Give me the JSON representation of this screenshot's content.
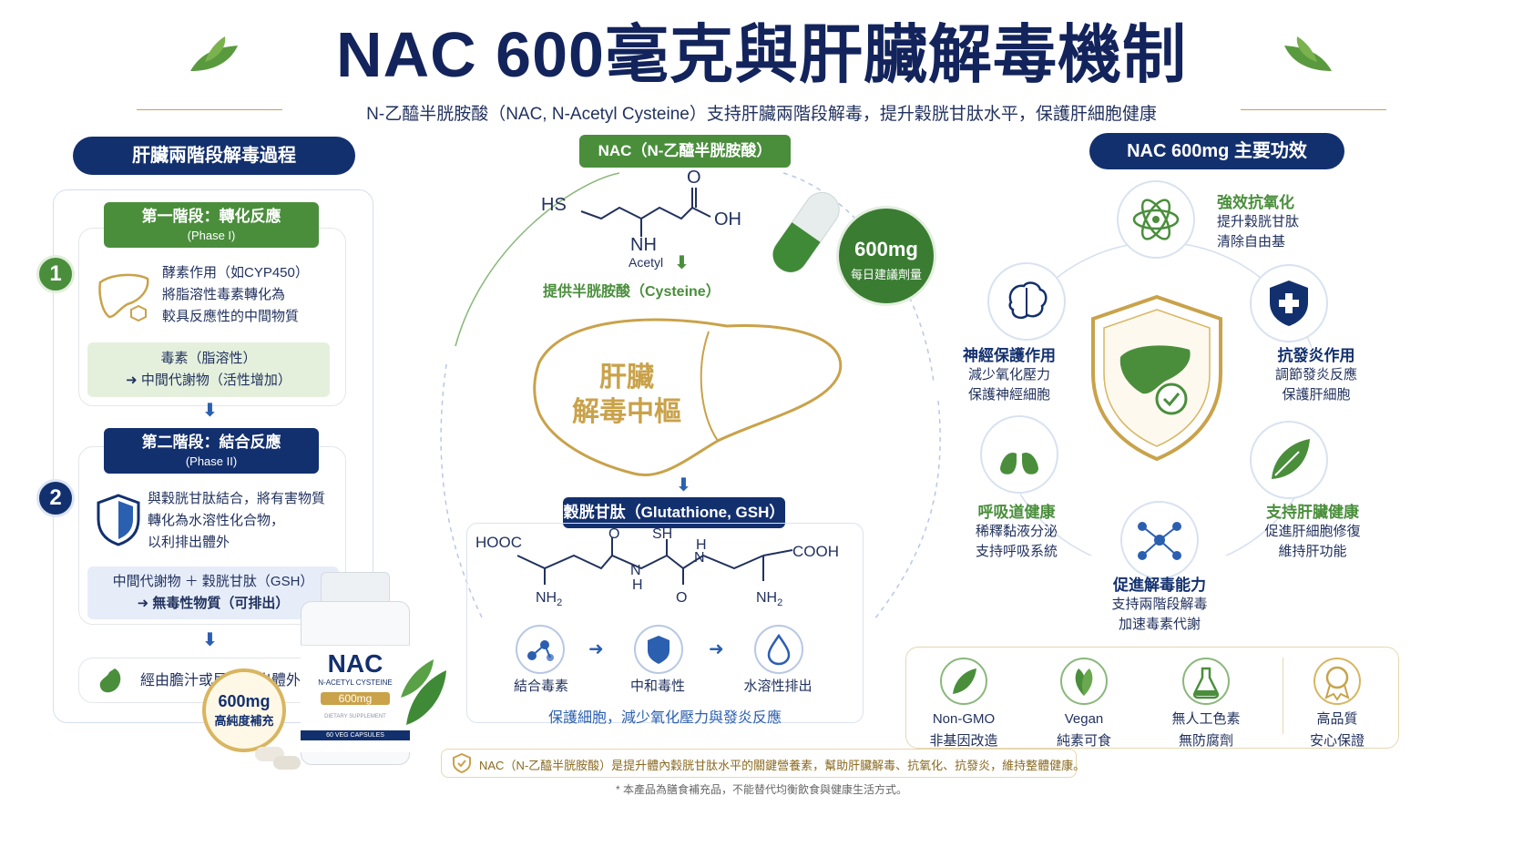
{
  "header": {
    "title": "NAC 600毫克與肝臟解毒機制",
    "subtitle": "N-乙醯半胱胺酸（NAC, N-Acetyl Cysteine）支持肝臟兩階段解毒，提升穀胱甘肽水平，保護肝細胞健康"
  },
  "left": {
    "heading": "肝臟兩階段解毒過程",
    "phase1": {
      "num": "1",
      "title": "第一階段：轉化反應",
      "sub": "(Phase I)",
      "desc": [
        "酵素作用（如CYP450）",
        "將脂溶性毒素轉化為",
        "較具反應性的中間物質"
      ],
      "box": [
        "毒素（脂溶性）",
        "➜ 中間代謝物（活性增加）"
      ]
    },
    "phase2": {
      "num": "2",
      "title": "第二階段：結合反應",
      "sub": "(Phase II)",
      "desc": [
        "與穀胱甘肽結合，將有害物質",
        "轉化為水溶性化合物，",
        "以利排出體外"
      ],
      "box": [
        "中間代謝物 ＋ 穀胱甘肽（GSH）",
        "➜ 無毒性物質（可排出）"
      ]
    },
    "excrete": "經由膽汁或尿液排出體外"
  },
  "center": {
    "nac_label": "NAC（N-乙醯半胱胺酸）",
    "mol_hs": "HS",
    "mol_o": "O",
    "mol_oh": "OH",
    "mol_nh": "NH",
    "mol_acetyl": "Acetyl",
    "provide": "提供半胱胺酸（Cysteine）",
    "dose_value": "600mg",
    "dose_label": "每日建議劑量",
    "liver": [
      "肝臟",
      "解毒中樞"
    ],
    "gsh_label": "穀胱甘肽（Glutathione, GSH）",
    "gsh_atoms": {
      "hooc": "HOOC",
      "sh": "SH",
      "o1": "O",
      "n1": "N",
      "h1": "H",
      "h2": "H",
      "n2": "N",
      "o2": "O",
      "cooh": "COOH",
      "nh2a": "NH",
      "nh2b": "NH",
      "sub2": "2"
    },
    "steps": [
      "結合毒素",
      "中和毒性",
      "水溶性排出"
    ],
    "protect": "保護細胞，減少氧化壓力與發炎反應"
  },
  "bottle": {
    "brand": "NAC",
    "name": "N-ACETYL CYSTEINE",
    "dose": "600mg",
    "supp": "DIETARY SUPPLEMENT",
    "caps": "60 VEG CAPSULES",
    "badge": [
      "600mg",
      "高純度補充"
    ]
  },
  "right": {
    "heading": "NAC 600mg 主要功效",
    "benefits": [
      {
        "title": "強效抗氧化",
        "lines": [
          "提升穀胱甘肽",
          "清除自由基"
        ]
      },
      {
        "title": "抗發炎作用",
        "lines": [
          "調節發炎反應",
          "保護肝細胞"
        ]
      },
      {
        "title": "支持肝臟健康",
        "lines": [
          "促進肝細胞修復",
          "維持肝功能"
        ]
      },
      {
        "title": "促進解毒能力",
        "lines": [
          "支持兩階段解毒",
          "加速毒素代謝"
        ]
      },
      {
        "title": "呼吸道健康",
        "lines": [
          "稀釋黏液分泌",
          "支持呼吸系統"
        ]
      },
      {
        "title": "神經保護作用",
        "lines": [
          "減少氧化壓力",
          "保護神經細胞"
        ]
      }
    ],
    "quality": [
      {
        "a": "Non-GMO",
        "b": "非基因改造"
      },
      {
        "a": "Vegan",
        "b": "純素可食"
      },
      {
        "a": "無人工色素",
        "b": "無防腐劑"
      },
      {
        "a": "高品質",
        "b": "安心保證"
      }
    ]
  },
  "footer": {
    "note": "NAC（N-乙醯半胱胺酸）是提升體內穀胱甘肽水平的關鍵營養素，幫助肝臟解毒、抗氧化、抗發炎，維持整體健康。",
    "disclaimer": "* 本產品為膳食補充品，不能替代均衡飲食與健康生活方式。"
  },
  "colors": {
    "navy": "#13306e",
    "green": "#4a8e3c",
    "gold": "#c9a24a",
    "blue": "#2b5fb0"
  }
}
